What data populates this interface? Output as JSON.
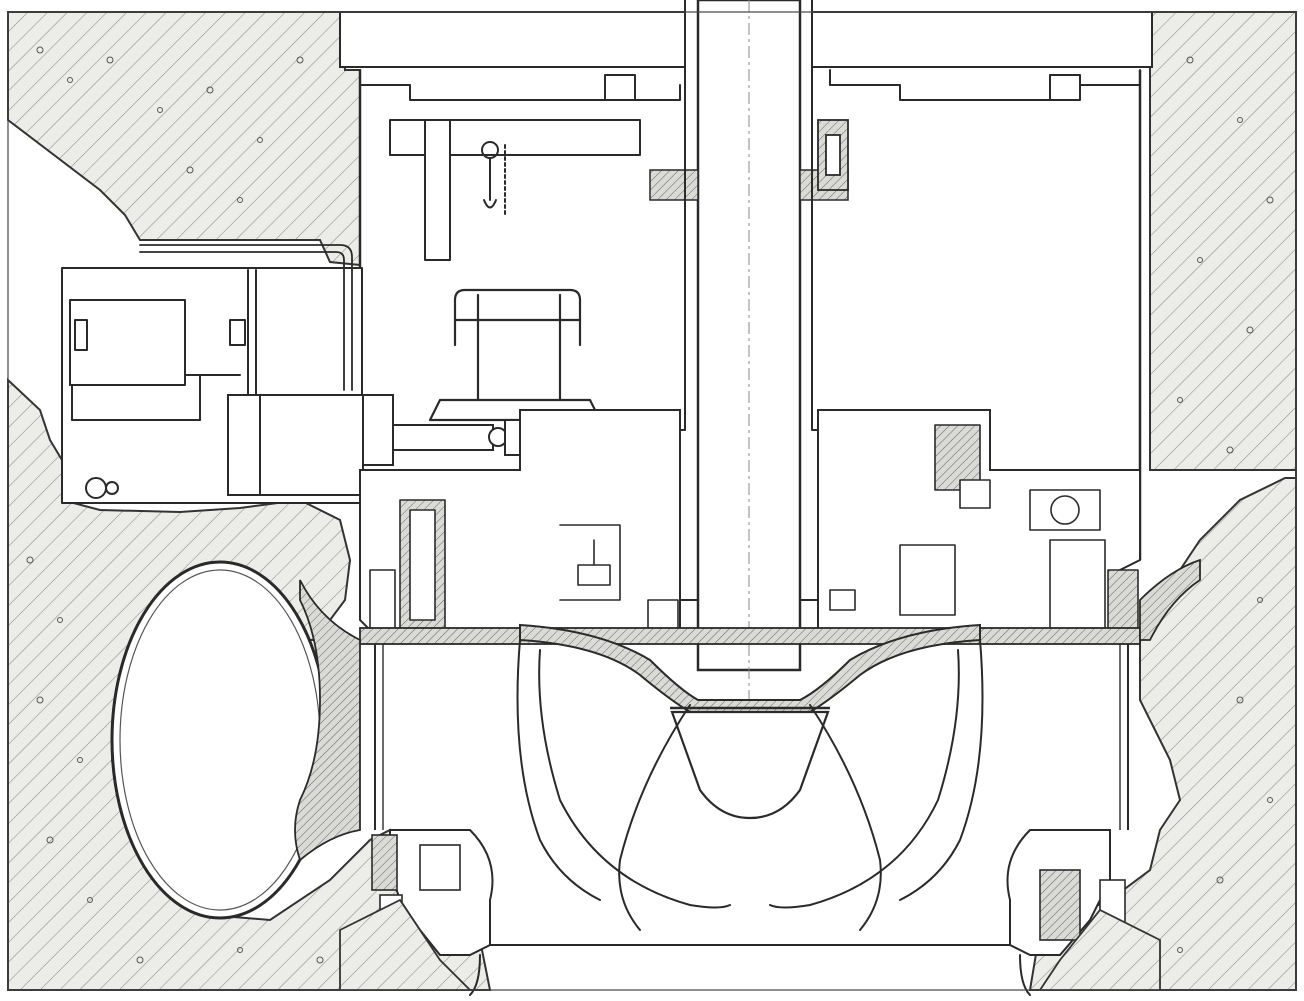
{
  "drawing": {
    "background": "#ffffff",
    "paper_tint": "#f4f4f2",
    "ink": "#2a2a2a",
    "ink_light": "#6a6a6a",
    "concrete_fill": "#e9e9e6",
    "steel_section_fill": "#cfcfcb",
    "parts": [
      "concrete-foundation-left",
      "concrete-foundation-right",
      "main-shaft",
      "generator-floor-beam",
      "spiral-case",
      "stay-vane-ring",
      "runner-crown",
      "runner-cone",
      "draft-tube",
      "guide-bearing",
      "servomotor",
      "oil-pressure-unit",
      "turbine-cover",
      "access-platform-railing"
    ]
  }
}
